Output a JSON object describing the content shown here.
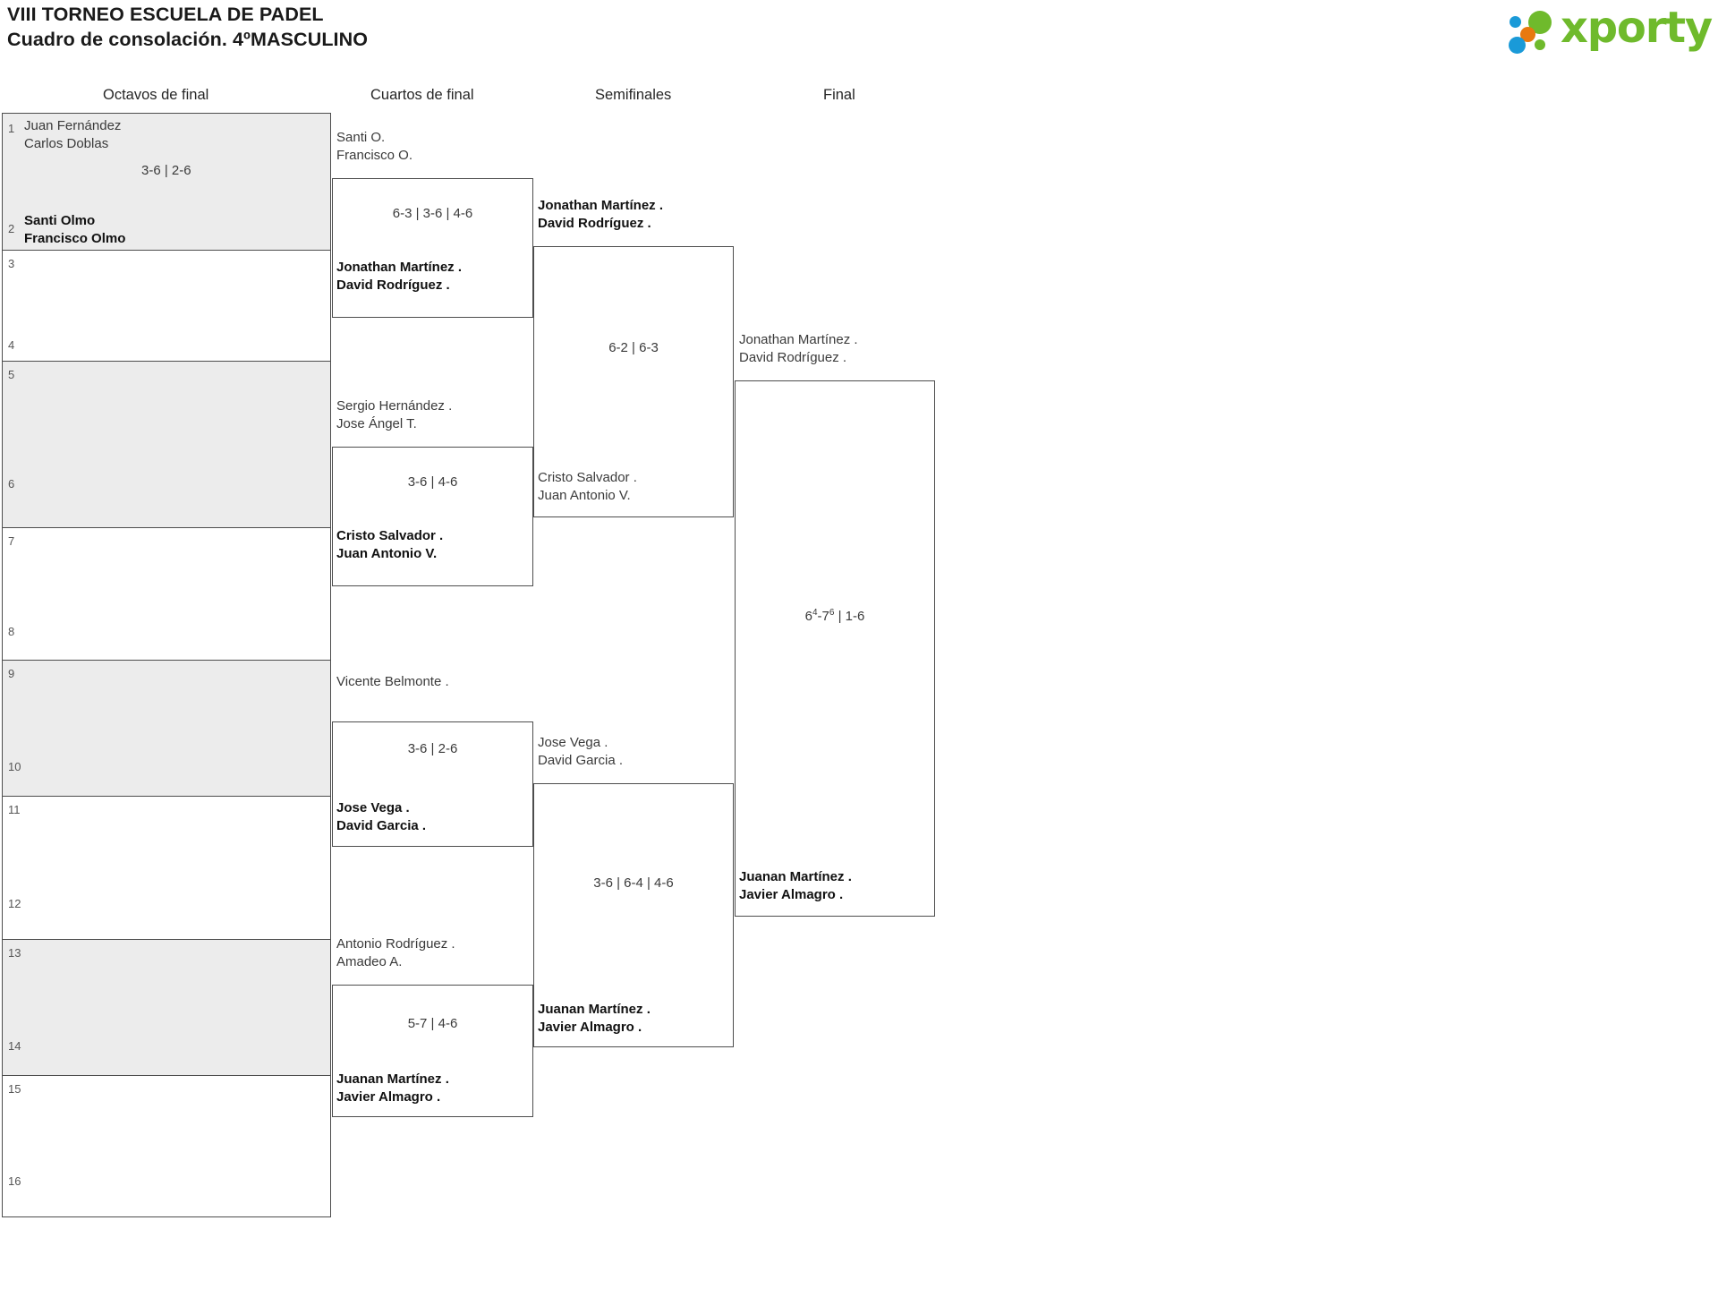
{
  "header": {
    "title_line1": "VIII TORNEO ESCUELA DE PADEL",
    "title_line2": "Cuadro de consolación. 4ºMASCULINO",
    "logo_text": "xporty"
  },
  "rounds": [
    {
      "label": "Octavos de final"
    },
    {
      "label": "Cuartos de final"
    },
    {
      "label": "Semifinales"
    },
    {
      "label": "Final"
    }
  ],
  "round1": {
    "seeds": [
      "1",
      "2",
      "3",
      "4",
      "5",
      "6",
      "7",
      "8",
      "9",
      "10",
      "11",
      "12",
      "13",
      "14",
      "15",
      "16"
    ],
    "matches": [
      {
        "top_line1": "Juan Fernández",
        "top_line2": "Carlos Doblas",
        "top_winner": false,
        "bottom_line1": "Santi Olmo",
        "bottom_line2": "Francisco Olmo",
        "bottom_winner": true,
        "score": "3-6 | 2-6"
      },
      {
        "top_line1": "",
        "top_line2": "",
        "bottom_line1": "",
        "bottom_line2": "",
        "score": ""
      },
      {
        "top_line1": "",
        "top_line2": "",
        "bottom_line1": "",
        "bottom_line2": "",
        "score": ""
      },
      {
        "top_line1": "",
        "top_line2": "",
        "bottom_line1": "",
        "bottom_line2": "",
        "score": ""
      },
      {
        "top_line1": "",
        "top_line2": "",
        "bottom_line1": "",
        "bottom_line2": "",
        "score": ""
      },
      {
        "top_line1": "",
        "top_line2": "",
        "bottom_line1": "",
        "bottom_line2": "",
        "score": ""
      },
      {
        "top_line1": "",
        "top_line2": "",
        "bottom_line1": "",
        "bottom_line2": "",
        "score": ""
      },
      {
        "top_line1": "",
        "top_line2": "",
        "bottom_line1": "",
        "bottom_line2": "",
        "score": ""
      }
    ]
  },
  "quarters": [
    {
      "top_line1": "Santi O.",
      "top_line2": "Francisco O.",
      "top_winner": false,
      "bottom_line1": "Jonathan Martínez .",
      "bottom_line2": "David Rodríguez .",
      "bottom_winner": true,
      "score": "6-3 | 3-6 | 4-6"
    },
    {
      "top_line1": "Sergio Hernández .",
      "top_line2": "Jose Ángel T.",
      "top_winner": false,
      "bottom_line1": "Cristo Salvador .",
      "bottom_line2": "Juan Antonio V.",
      "bottom_winner": true,
      "score": "3-6 | 4-6"
    },
    {
      "top_line1": "Vicente Belmonte .",
      "top_line2": "",
      "top_winner": false,
      "bottom_line1": "Jose Vega .",
      "bottom_line2": "David Garcia .",
      "bottom_winner": true,
      "score": "3-6 | 2-6"
    },
    {
      "top_line1": "Antonio Rodríguez .",
      "top_line2": "Amadeo A.",
      "top_winner": false,
      "bottom_line1": "Juanan Martínez .",
      "bottom_line2": "Javier Almagro .",
      "bottom_winner": true,
      "score": "5-7 | 4-6"
    }
  ],
  "semis": [
    {
      "top_line1": "Jonathan Martínez .",
      "top_line2": "David Rodríguez .",
      "top_winner": true,
      "bottom_line1": "Cristo Salvador .",
      "bottom_line2": "Juan Antonio V.",
      "bottom_winner": false,
      "score": "6-2 | 6-3"
    },
    {
      "top_line1": "Jose Vega .",
      "top_line2": "David Garcia .",
      "top_winner": false,
      "bottom_line1": "Juanan Martínez .",
      "bottom_line2": "Javier Almagro .",
      "bottom_winner": true,
      "score": "3-6 | 6-4 | 4-6"
    }
  ],
  "final": {
    "top_line1": "Jonathan Martínez .",
    "top_line2": "David Rodríguez .",
    "top_winner": false,
    "bottom_line1": "Juanan Martínez .",
    "bottom_line2": "Javier Almagro .",
    "bottom_winner": true,
    "score_plain": "6",
    "score_sup1": "4",
    "score_mid": "-7",
    "score_sup2": "6",
    "score_tail": " | 1-6"
  },
  "colors": {
    "brand_green": "#6fba2c",
    "brand_blue": "#1a9ad8",
    "brand_orange": "#e8790f",
    "row_shade": "#ececec",
    "line": "#4d4d4d"
  }
}
